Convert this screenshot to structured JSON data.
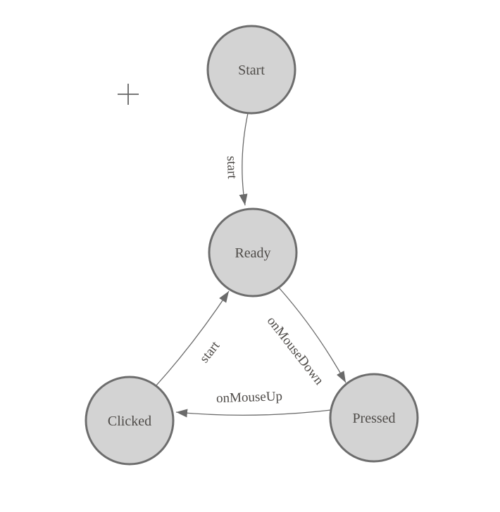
{
  "app": {
    "background": "#ffffff"
  },
  "colors": {
    "node_fill": "#d3d3d3",
    "node_stroke": "#6d6d6d",
    "edge": "#6a6a6a",
    "text": "#4f4c49",
    "crosshair": "#666666"
  },
  "diagram": {
    "type": "finite-state-machine",
    "nodes": [
      {
        "id": "start",
        "label": "Start"
      },
      {
        "id": "ready",
        "label": "Ready"
      },
      {
        "id": "clicked",
        "label": "Clicked"
      },
      {
        "id": "pressed",
        "label": "Pressed"
      }
    ],
    "edges": [
      {
        "from": "start",
        "to": "ready",
        "label": "start"
      },
      {
        "from": "ready",
        "to": "pressed",
        "label": "onMouseDown"
      },
      {
        "from": "pressed",
        "to": "clicked",
        "label": "onMouseUp"
      },
      {
        "from": "clicked",
        "to": "ready",
        "label": "start"
      }
    ],
    "crosshair_glyph": "+"
  }
}
